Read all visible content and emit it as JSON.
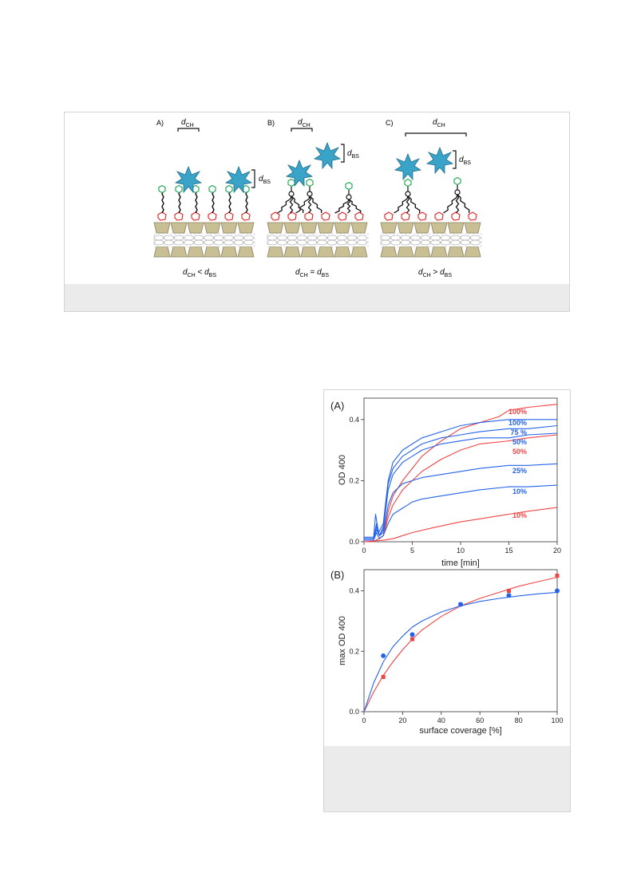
{
  "scheme": {
    "panels": [
      {
        "letter": "A)",
        "dim_top": "d",
        "dim_top_sub": "CH",
        "dim_side": "d",
        "dim_side_sub": "BS",
        "caption_d1": "d",
        "caption_s1": "CH",
        "caption_op": " < ",
        "caption_d2": "d",
        "caption_s2": "BS"
      },
      {
        "letter": "B)",
        "dim_top": "d",
        "dim_top_sub": "CH",
        "dim_side": "d",
        "dim_side_sub": "BS",
        "caption_d1": "d",
        "caption_s1": "CH",
        "caption_op": " = ",
        "caption_d2": "d",
        "caption_s2": "BS"
      },
      {
        "letter": "C)",
        "dim_top": "d",
        "dim_top_sub": "CH",
        "dim_side": "d",
        "dim_side_sub": "BS",
        "caption_d1": "d",
        "caption_s1": "CH",
        "caption_op": " > ",
        "caption_d2": "d",
        "caption_s2": "BS"
      }
    ],
    "colors": {
      "star": "#3aa3c8",
      "sugar": "#e02020",
      "linker": "#16a34a",
      "cd": "#c9bf95"
    }
  },
  "chart_data": [
    {
      "type": "line",
      "panel_label": "(A)",
      "xlabel": "time [min]",
      "ylabel": "OD 400",
      "xlim": [
        0,
        20
      ],
      "ylim": [
        0,
        0.47
      ],
      "xticks": [
        0,
        5,
        10,
        15,
        20
      ],
      "yticks": [
        0.0,
        0.2,
        0.4
      ],
      "ytick_labels": [
        "0.0",
        "0.2",
        "0.4"
      ],
      "series": [
        {
          "name": "100%",
          "color": "#ef4444",
          "x": [
            0,
            1,
            1.5,
            2,
            2.5,
            3,
            4,
            5,
            6,
            8,
            10,
            12,
            14,
            15,
            17,
            20
          ],
          "y": [
            0,
            0,
            0.01,
            0.02,
            0.1,
            0.15,
            0.2,
            0.24,
            0.28,
            0.33,
            0.37,
            0.39,
            0.41,
            0.43,
            0.44,
            0.45
          ]
        },
        {
          "name": "100%",
          "color": "#2563eb",
          "x": [
            0,
            1,
            1.2,
            1.5,
            2,
            2.5,
            3,
            4,
            5,
            6,
            8,
            10,
            12,
            15,
            17,
            20
          ],
          "y": [
            0.015,
            0.015,
            0.09,
            0.03,
            0.06,
            0.2,
            0.26,
            0.3,
            0.32,
            0.34,
            0.36,
            0.38,
            0.39,
            0.4,
            0.4,
            0.4
          ]
        },
        {
          "name": "75 %",
          "color": "#2563eb",
          "x": [
            0,
            1,
            1.3,
            1.6,
            2,
            2.5,
            3,
            4,
            5,
            6,
            8,
            10,
            12,
            15,
            17,
            20
          ],
          "y": [
            0.01,
            0.01,
            0.06,
            0.02,
            0.05,
            0.19,
            0.24,
            0.28,
            0.3,
            0.32,
            0.34,
            0.35,
            0.36,
            0.37,
            0.37,
            0.38
          ]
        },
        {
          "name": "50%",
          "color": "#2563eb",
          "x": [
            0,
            1,
            1.3,
            1.6,
            2,
            2.5,
            3,
            4,
            5,
            6,
            8,
            10,
            12,
            15,
            17,
            20
          ],
          "y": [
            0.01,
            0.01,
            0.05,
            0.02,
            0.04,
            0.17,
            0.22,
            0.26,
            0.28,
            0.3,
            0.32,
            0.33,
            0.34,
            0.34,
            0.35,
            0.355
          ]
        },
        {
          "name": "50%",
          "color": "#ef4444",
          "x": [
            0,
            1,
            1.5,
            2,
            2.5,
            3,
            4,
            5,
            6,
            8,
            10,
            12,
            15,
            17,
            20
          ],
          "y": [
            0,
            0,
            0.01,
            0.02,
            0.08,
            0.12,
            0.17,
            0.2,
            0.23,
            0.27,
            0.3,
            0.32,
            0.33,
            0.34,
            0.35
          ]
        },
        {
          "name": "25%",
          "color": "#2563eb",
          "x": [
            0,
            1,
            1.3,
            1.6,
            2,
            2.5,
            3,
            4,
            5,
            6,
            8,
            10,
            12,
            15,
            17,
            20
          ],
          "y": [
            0.01,
            0.01,
            0.04,
            0.02,
            0.03,
            0.12,
            0.16,
            0.19,
            0.2,
            0.21,
            0.22,
            0.23,
            0.24,
            0.25,
            0.25,
            0.255
          ]
        },
        {
          "name": "10%",
          "color": "#2563eb",
          "x": [
            0,
            1,
            1.3,
            1.6,
            2,
            2.5,
            3,
            4,
            5,
            6,
            8,
            10,
            12,
            15,
            17,
            20
          ],
          "y": [
            0.005,
            0.005,
            0.03,
            0.01,
            0.02,
            0.06,
            0.09,
            0.11,
            0.13,
            0.14,
            0.15,
            0.16,
            0.17,
            0.18,
            0.18,
            0.185
          ]
        },
        {
          "name": "10%",
          "color": "#ef4444",
          "x": [
            0,
            2,
            3,
            5,
            7,
            10,
            12,
            15,
            17,
            20
          ],
          "y": [
            0,
            0.005,
            0.01,
            0.03,
            0.045,
            0.065,
            0.075,
            0.09,
            0.1,
            0.112
          ]
        }
      ],
      "legend_labels": [
        {
          "text": "100%",
          "color": "#ef4444"
        },
        {
          "text": "100%",
          "color": "#2563eb"
        },
        {
          "text": "75 %",
          "color": "#2563eb"
        },
        {
          "text": "50%",
          "color": "#2563eb"
        },
        {
          "text": "50%",
          "color": "#ef4444"
        },
        {
          "text": "25%",
          "color": "#2563eb"
        },
        {
          "text": "10%",
          "color": "#2563eb"
        },
        {
          "text": "10%",
          "color": "#ef4444"
        }
      ]
    },
    {
      "type": "scatter",
      "panel_label": "(B)",
      "xlabel": "surface coverage [%]",
      "ylabel": "max OD 400",
      "xlim": [
        0,
        100
      ],
      "ylim": [
        0,
        0.47
      ],
      "xticks": [
        0,
        20,
        40,
        60,
        80,
        100
      ],
      "yticks": [
        0.0,
        0.2,
        0.4
      ],
      "ytick_labels": [
        "0.0",
        "0.2",
        "0.4"
      ],
      "series": [
        {
          "color": "#ef4444",
          "marker": "square",
          "x": [
            10,
            25,
            50,
            75,
            100
          ],
          "y": [
            0.115,
            0.24,
            0.355,
            0.4,
            0.45
          ],
          "fit_x": [
            0,
            5,
            10,
            15,
            20,
            25,
            30,
            40,
            50,
            60,
            70,
            80,
            90,
            100
          ],
          "fit_y": [
            0,
            0.065,
            0.12,
            0.165,
            0.205,
            0.24,
            0.27,
            0.315,
            0.35,
            0.375,
            0.395,
            0.415,
            0.43,
            0.445
          ]
        },
        {
          "color": "#2563eb",
          "marker": "circle",
          "x": [
            10,
            25,
            50,
            75,
            100
          ],
          "y": [
            0.185,
            0.255,
            0.355,
            0.385,
            0.4
          ],
          "fit_x": [
            0,
            5,
            10,
            15,
            20,
            25,
            30,
            40,
            50,
            60,
            70,
            80,
            90,
            100
          ],
          "fit_y": [
            0,
            0.095,
            0.165,
            0.215,
            0.25,
            0.28,
            0.3,
            0.33,
            0.35,
            0.365,
            0.375,
            0.383,
            0.39,
            0.395
          ]
        }
      ]
    }
  ]
}
